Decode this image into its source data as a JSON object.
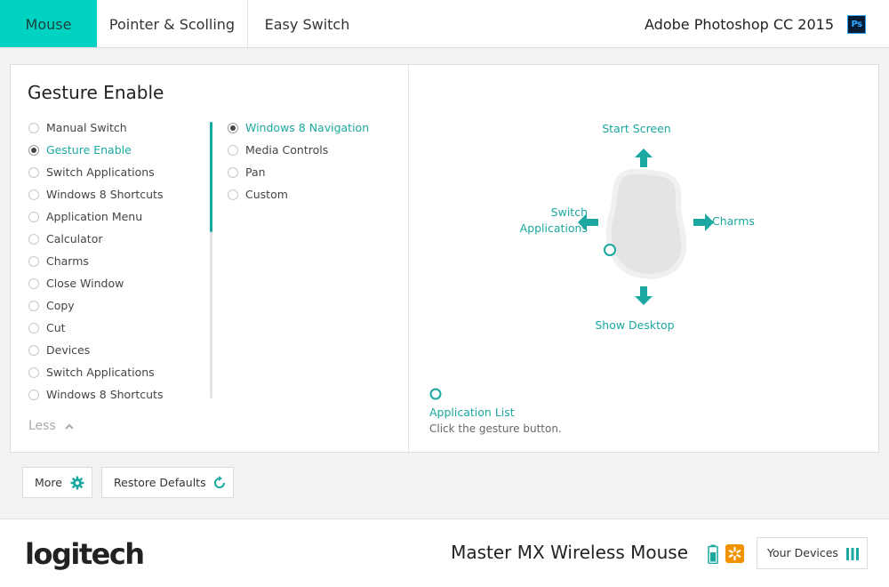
{
  "tabs": [
    {
      "label": "Mouse",
      "active": true
    },
    {
      "label": "Pointer & Scolling",
      "active": false
    },
    {
      "label": "Easy Switch",
      "active": false
    }
  ],
  "app": {
    "title": "Adobe Photoshop CC 2015",
    "icon": "photoshop-icon",
    "icon_text": "Ps"
  },
  "panel": {
    "title": "Gesture Enable",
    "buttons_list": [
      {
        "label": "Manual Switch",
        "selected": false
      },
      {
        "label": "Gesture Enable",
        "selected": true
      },
      {
        "label": "Switch Applications",
        "selected": false
      },
      {
        "label": "Windows 8 Shortcuts",
        "selected": false
      },
      {
        "label": "Application Menu",
        "selected": false
      },
      {
        "label": "Calculator",
        "selected": false
      },
      {
        "label": "Charms",
        "selected": false
      },
      {
        "label": "Close Window",
        "selected": false
      },
      {
        "label": "Copy",
        "selected": false
      },
      {
        "label": "Cut",
        "selected": false
      },
      {
        "label": "Devices",
        "selected": false
      },
      {
        "label": "Switch Applications",
        "selected": false
      },
      {
        "label": "Windows 8 Shortcuts",
        "selected": false
      }
    ],
    "gesture_options": [
      {
        "label": "Windows 8 Navigation",
        "selected": true
      },
      {
        "label": "Media Controls",
        "selected": false
      },
      {
        "label": "Pan",
        "selected": false
      },
      {
        "label": "Custom",
        "selected": false
      }
    ],
    "less_label": "Less",
    "gestures": {
      "up": "Start Screen",
      "right": "Charms",
      "left_line1": "Switch",
      "left_line2": "Applications",
      "down": "Show Desktop"
    },
    "app_list": {
      "label": "Application List",
      "hint": "Click the gesture button."
    }
  },
  "actions": {
    "more": "More",
    "restore": "Restore Defaults"
  },
  "footer": {
    "logo": "logitech",
    "device": "Master MX Wireless Mouse",
    "your_devices": "Your Devices"
  },
  "colors": {
    "accent": "#00d3c1",
    "teal_text": "#1aa8a0",
    "orange": "#f39200"
  }
}
